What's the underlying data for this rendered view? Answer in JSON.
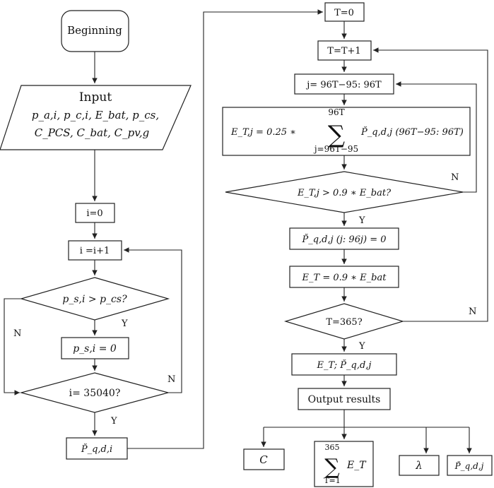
{
  "left": {
    "start": "Beginning",
    "input_title": "Input",
    "input_line1": "p_a,i,  p_c,i,  E_bat,  p_cs,",
    "input_line2": "C_PCS,  C_bat,  C_pv,g",
    "i_init": "i=0",
    "i_incr": "i  =i+1",
    "cond_ps": "p_s,i > p_cs?",
    "yes1": "Y",
    "no1": "N",
    "set_ps": "p_s,i = 0",
    "cond_i": "i= 35040?",
    "no2": "N",
    "yes2": "Y",
    "out_p": "P̆_q,d,i"
  },
  "right": {
    "t_init": "T=0",
    "t_incr": "T=T+1",
    "j_range": "j= 96T−95: 96T",
    "sum_upper": "96T",
    "sum_lower": "j=96T−95",
    "et_lhs": "E_T,j = 0.25 ∗",
    "et_rhs": "P̆_q,d,j (96T−95: 96T)",
    "cond_et": "E_T,j > 0.9 ∗ E_bat?",
    "no3": "N",
    "yes3": "Y",
    "set_p": "P̆_q,d,j (j: 96j) = 0",
    "set_et": "E_T = 0.9 ∗ E_bat",
    "cond_t": "T=365?",
    "no4": "N",
    "yes4": "Y",
    "result": "E_T; P̆_q,d,j",
    "output": "Output results"
  },
  "outputs": {
    "c": "C",
    "sum_upper": "365",
    "sum_lower": "T=1",
    "sum_term": "E_T",
    "lambda": "λ",
    "p": "P̆_q,d,j"
  }
}
